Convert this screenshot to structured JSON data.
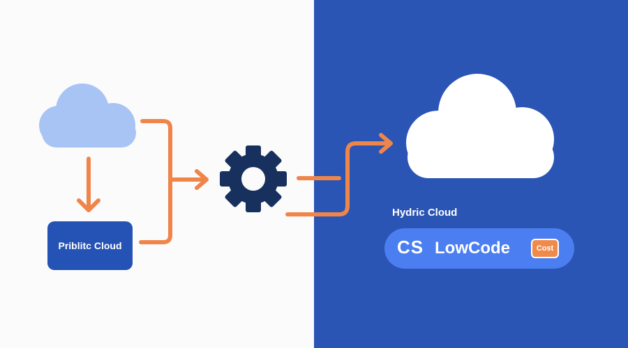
{
  "nodes": {
    "public_cloud_label": "Priblitc Cloud",
    "hybrid_cloud_label": "Hydric Cloud"
  },
  "pill": {
    "cs_label": "CS",
    "lowcode_label": "LowCode",
    "cost_label": "Cost"
  },
  "icons": {
    "source_cloud": "cloud-icon",
    "target_cloud": "cloud-icon",
    "process": "gear-icon"
  },
  "colors": {
    "left_background": "#fbfbfb",
    "right_background": "#2a55b5",
    "arrow": "#f0854a",
    "source_cloud": "#a8c4f5",
    "gear": "#17305e",
    "public_box": "#2552b5",
    "pill": "#4b7ef0",
    "cost_badge": "#f08a4b"
  }
}
